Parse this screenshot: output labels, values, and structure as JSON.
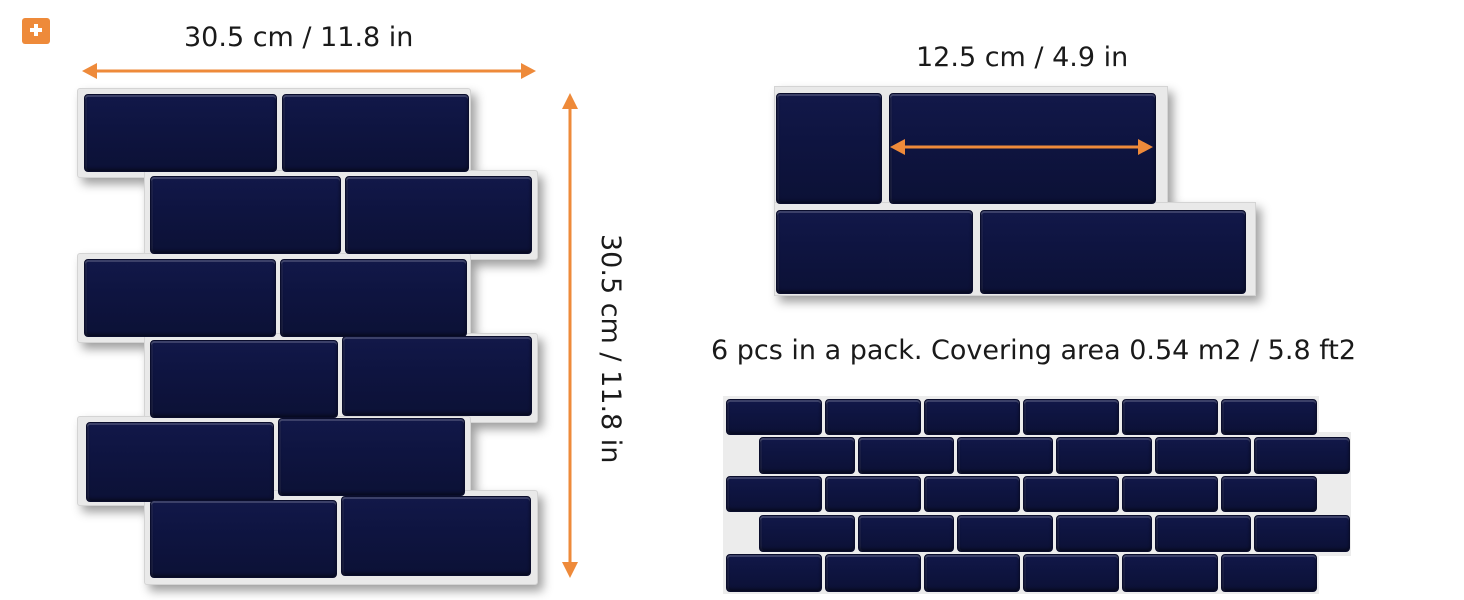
{
  "badge": {
    "icon": "plus-icon"
  },
  "colors": {
    "accent": "#ee8a3a",
    "tile": "#0e1440",
    "grout": "#e9e9e9"
  },
  "panel_main": {
    "width_label": "30.5 cm / 11.8 in",
    "height_label": "30.5 cm / 11.8 in"
  },
  "panel_detail": {
    "tile_length_label": "12.5 cm / 4.9 in"
  },
  "pack_info": {
    "text": "6 pcs in a pack. Covering area 0.54 m2 / 5.8 ft2"
  }
}
